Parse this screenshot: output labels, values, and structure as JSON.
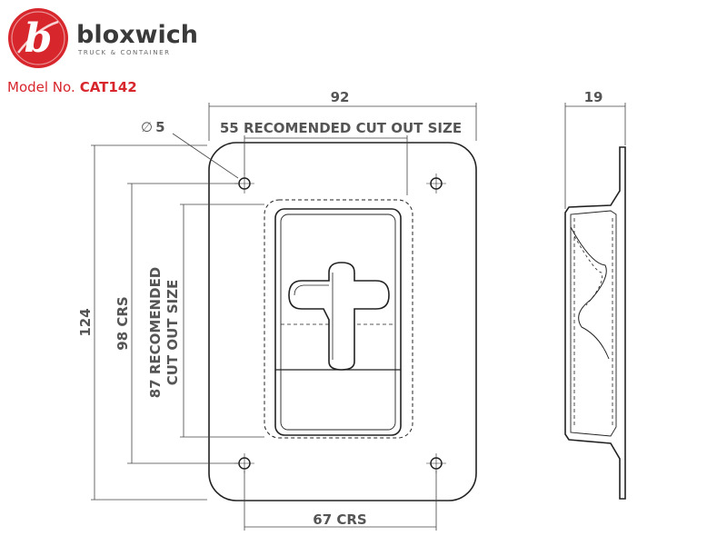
{
  "brand": {
    "name": "bloxwich",
    "tagline": "TRUCK & CONTAINER",
    "logo_letter": "b",
    "accent_color": "#d7262c"
  },
  "model": {
    "label": "Model No.",
    "number": "CAT142"
  },
  "dimensions": {
    "overall_width": "92",
    "cutout_width": "55 RECOMENDED CUT OUT SIZE",
    "hole_symbol": "∅",
    "hole_diameter": "5",
    "overall_height": "124",
    "hole_centres_vertical": "98 CRS",
    "cutout_height_line1": "87 RECOMENDED",
    "cutout_height_line2": "CUT OUT SIZE",
    "hole_centres_horizontal": "67 CRS",
    "depth": "19"
  }
}
